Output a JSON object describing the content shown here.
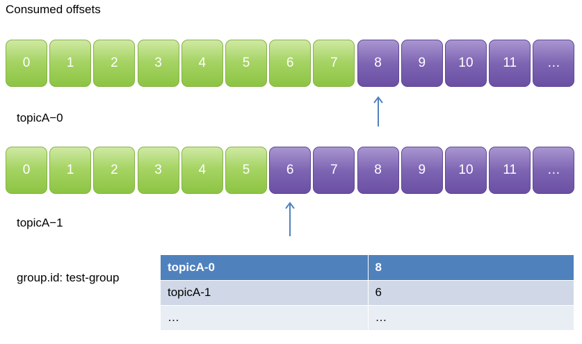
{
  "title": "Consumed offsets",
  "partitions": [
    {
      "label": "topicA−0",
      "cells": [
        "0",
        "1",
        "2",
        "3",
        "4",
        "5",
        "6",
        "7",
        "8",
        "9",
        "10",
        "11",
        "…"
      ],
      "consumed_count": 8,
      "pointer_offset": "8"
    },
    {
      "label": "topicA−1",
      "cells": [
        "0",
        "1",
        "2",
        "3",
        "4",
        "5",
        "6",
        "7",
        "8",
        "9",
        "10",
        "11",
        "…"
      ],
      "consumed_count": 6,
      "pointer_offset": "6"
    }
  ],
  "group_label": "group.id: test-group",
  "table": {
    "rows": [
      [
        "topicA-0",
        "8"
      ],
      [
        "topicA-1",
        "6"
      ],
      [
        "…",
        "…"
      ]
    ]
  },
  "colors": {
    "consumed": "#8cc443",
    "unconsumed": "#7e65b3",
    "arrow": "#4f81bd",
    "table_header": "#4f81bd"
  },
  "icons": [
    "up-arrow-icon"
  ]
}
